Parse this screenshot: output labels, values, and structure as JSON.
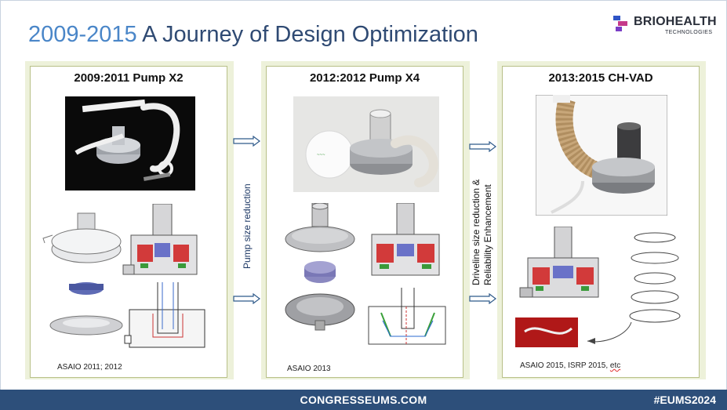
{
  "title": {
    "years": "2009-2015",
    "rest": "A Journey of Design Optimization"
  },
  "logo": {
    "name": "BRIOHEALTH",
    "sub": "TECHNOLOGIES"
  },
  "panels": [
    {
      "title": "2009:2011 Pump X2",
      "citation": "ASAIO 2011; 2012"
    },
    {
      "title": "2012:2012 Pump X4",
      "citation": "ASAIO 2013"
    },
    {
      "title": "2013:2015 CH-VAD",
      "citation_main": "ASAIO 2015, ISRP 2015, ",
      "citation_etc": "etc"
    }
  ],
  "transitions": {
    "first_line": "Pump size reduction",
    "second_line1": "Driveline size reduction &",
    "second_line2": "Reliability Enhancement"
  },
  "footer": {
    "url": "CONGRESSEUMS.COM",
    "hashtag": "#EUMS2024"
  },
  "colors": {
    "title_blue": "#2f4a73",
    "year_blue": "#4a86c8",
    "footer_bg": "#2d4f7a",
    "panel_border": "#b8c088",
    "arrow_blue": "#2f5a8a"
  }
}
